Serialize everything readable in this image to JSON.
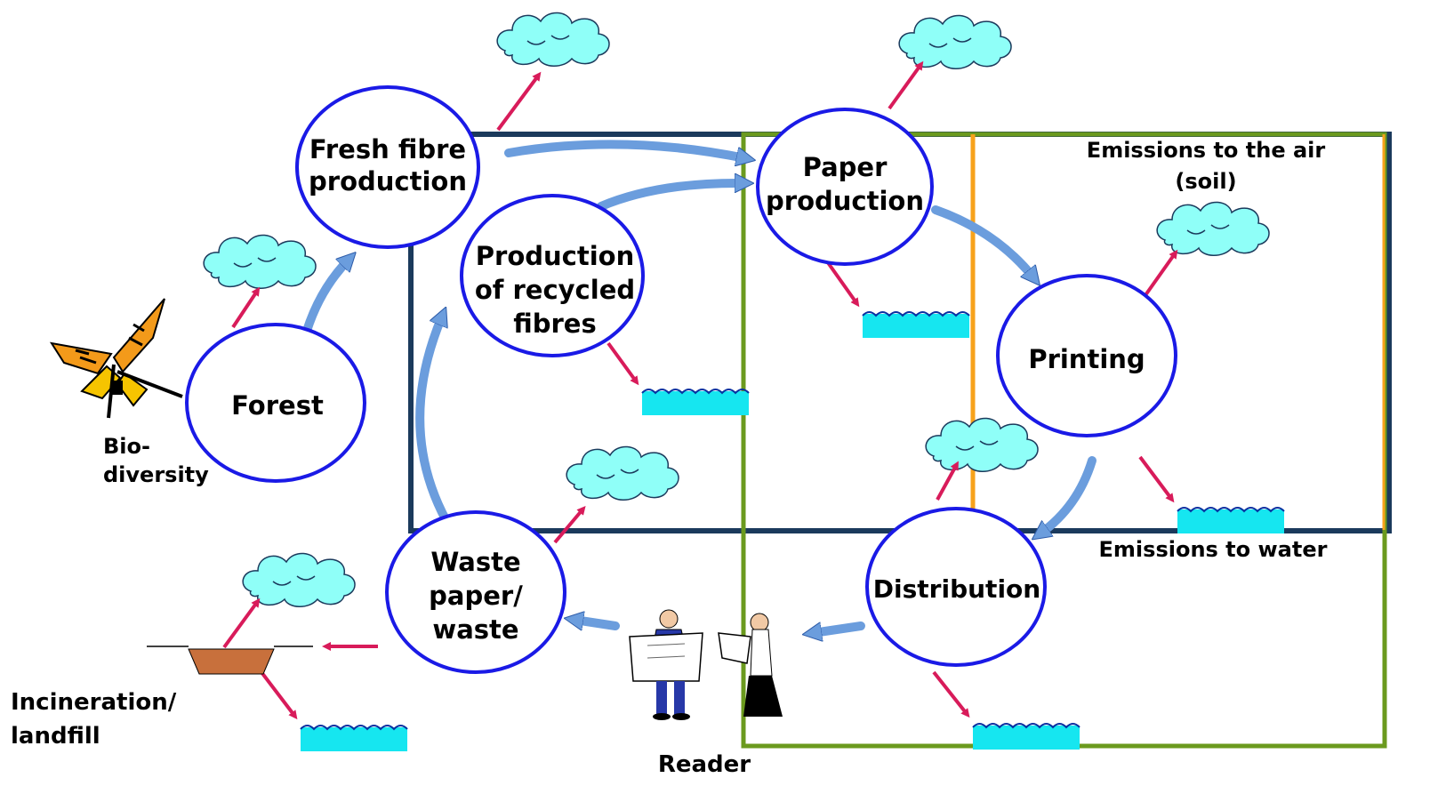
{
  "colors": {
    "circle_stroke": "#1a1ae6",
    "flow_arrow": "#6b9ddd",
    "emission_arrow": "#d81b5a",
    "cloud_fill": "#8ffff8",
    "water_fill": "#16e6f0",
    "water_wave": "#0a2fa0",
    "box_dark_blue": "#1b3a5c",
    "box_green": "#6b9a1e",
    "line_orange": "#f7a21b",
    "landfill": "#c8703c"
  },
  "nodes": {
    "forest": "Forest",
    "fresh_fibre": [
      "Fresh fibre",
      "production"
    ],
    "recycled": [
      "Production",
      "of recycled",
      "fibres"
    ],
    "paper": [
      "Paper",
      "production"
    ],
    "printing": "Printing",
    "distribution": "Distribution",
    "waste": [
      "Waste",
      "paper/",
      "waste"
    ]
  },
  "labels": {
    "biodiversity": [
      "Bio-",
      "diversity"
    ],
    "incineration": [
      "Incineration/",
      "landfill"
    ],
    "reader": "Reader",
    "emissions_air": [
      "Emissions to the air",
      "(soil)"
    ],
    "emissions_water": "Emissions to water"
  },
  "icons": {
    "butterfly": "butterfly-icon",
    "cloud": "cloud-icon",
    "water": "water-icon",
    "reader": "reader-icon",
    "landfill": "landfill-icon"
  }
}
